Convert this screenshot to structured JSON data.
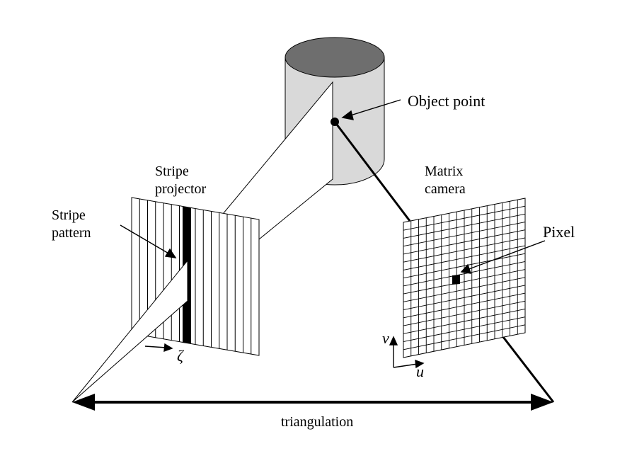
{
  "labels": {
    "object_point": "Object point",
    "stripe_projector_line1": "Stripe",
    "stripe_projector_line2": "projector",
    "stripe_pattern_line1": "Stripe",
    "stripe_pattern_line2": "pattern",
    "matrix_camera_line1": "Matrix",
    "matrix_camera_line2": "camera",
    "pixel": "Pixel",
    "zeta": "ζ",
    "axis_u": "u",
    "axis_v": "v",
    "triangulation": "triangulation"
  },
  "colors": {
    "cylinder_body": "#d9d9d9",
    "cylinder_top": "#6e6e6e",
    "ink": "#000000",
    "paper": "#ffffff"
  }
}
